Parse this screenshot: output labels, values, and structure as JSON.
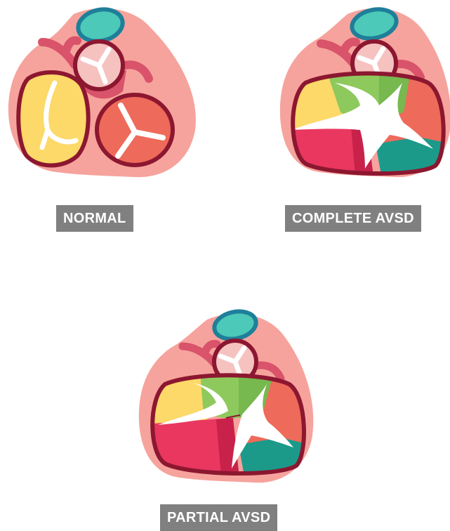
{
  "diagrams": [
    {
      "id": "normal",
      "label": "NORMAL"
    },
    {
      "id": "complete",
      "label": "COMPLETE AVSD"
    },
    {
      "id": "partial",
      "label": "PARTIAL AVSD"
    }
  ],
  "colors": {
    "outer_tissue": "#f6a39d",
    "pulmonary_valve": "#4cc9b8",
    "pulmonary_ring": "#1f7f9a",
    "outline": "#8c1730",
    "coronary": "#d9536a",
    "aortic_fill": "#f6c2c0",
    "tricuspid": "#fcd968",
    "mitral": "#ee6a5a",
    "anterior_bridging": "#8ec95d",
    "posterior_bridging": "#e9375f",
    "mural_leaflet": "#1b9a8a",
    "label_bg": "#808080",
    "label_text": "#ffffff"
  }
}
